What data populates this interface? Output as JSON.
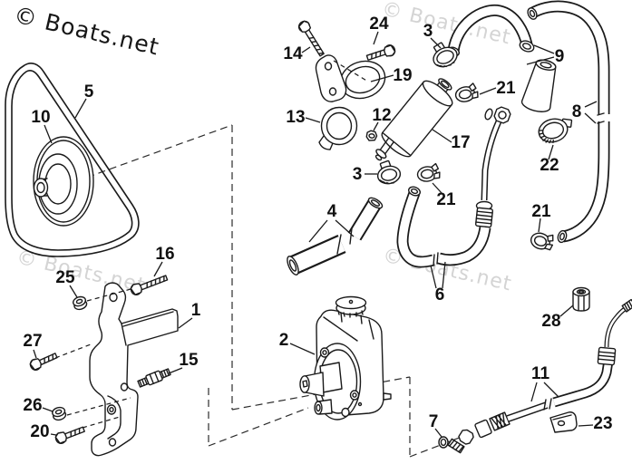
{
  "page": {
    "background": "#ffffff",
    "line_color": "#1a1a1a",
    "watermark_dark_color": "#161616",
    "watermark_light_color": "#d4d4d4",
    "description_type": "exploded-parts-line-diagram"
  },
  "watermarks": [
    {
      "position": "top-left",
      "shade": "dark",
      "text": "© Boats.net"
    },
    {
      "position": "top-right",
      "shade": "light",
      "text": "© Boats.net"
    },
    {
      "position": "middle-left",
      "shade": "light",
      "text": "© Boats.net"
    },
    {
      "position": "middle-right",
      "shade": "light",
      "text": "© Boats.net"
    }
  ],
  "callouts": [
    {
      "label": "24"
    },
    {
      "label": "14"
    },
    {
      "label": "3"
    },
    {
      "label": "9"
    },
    {
      "label": "19"
    },
    {
      "label": "21"
    },
    {
      "label": "13"
    },
    {
      "label": "12"
    },
    {
      "label": "8"
    },
    {
      "label": "17"
    },
    {
      "label": "22"
    },
    {
      "label": "3"
    },
    {
      "label": "21"
    },
    {
      "label": "21"
    },
    {
      "label": "4"
    },
    {
      "label": "5"
    },
    {
      "label": "10"
    },
    {
      "label": "16"
    },
    {
      "label": "25"
    },
    {
      "label": "6"
    },
    {
      "label": "1"
    },
    {
      "label": "2"
    },
    {
      "label": "28"
    },
    {
      "label": "27"
    },
    {
      "label": "15"
    },
    {
      "label": "11"
    },
    {
      "label": "26"
    },
    {
      "label": "7"
    },
    {
      "label": "20"
    },
    {
      "label": "23"
    }
  ]
}
